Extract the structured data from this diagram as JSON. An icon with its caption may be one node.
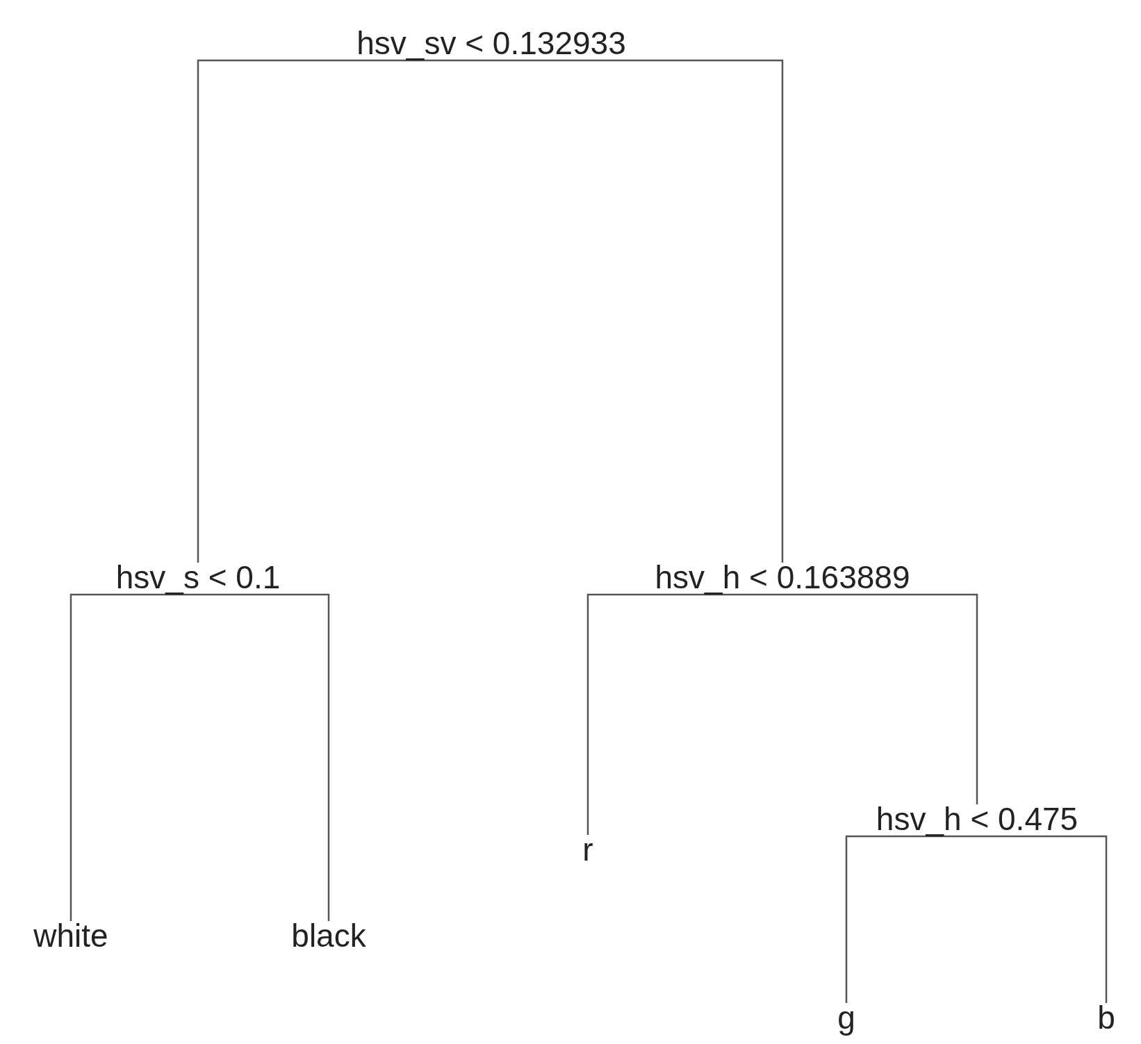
{
  "diagram": {
    "nodes": [
      {
        "text": [
          "hsv_sv < 0.132933"
        ]
      },
      {
        "text": [
          "hsv_s < 0.1"
        ]
      },
      {
        "text": [
          "hsv_h < 0.163889"
        ]
      },
      {
        "text": [
          "white"
        ]
      },
      {
        "text": [
          "black"
        ]
      },
      {
        "text": [
          "r"
        ]
      },
      {
        "text": [
          "hsv_h < 0.475"
        ]
      },
      {
        "text": [
          "g"
        ]
      },
      {
        "text": [
          "b"
        ]
      }
    ],
    "edges": [
      {
        "from": 0,
        "to": 1,
        "arrow": "none"
      },
      {
        "from": 0,
        "to": 2,
        "arrow": "none"
      },
      {
        "from": 1,
        "to": 3,
        "arrow": "none"
      },
      {
        "from": 1,
        "to": 4,
        "arrow": "none"
      },
      {
        "from": 2,
        "to": 5,
        "arrow": "none"
      },
      {
        "from": 2,
        "to": 6,
        "arrow": "none"
      },
      {
        "from": 6,
        "to": 7,
        "arrow": "none"
      },
      {
        "from": 6,
        "to": 8,
        "arrow": "none"
      }
    ]
  }
}
